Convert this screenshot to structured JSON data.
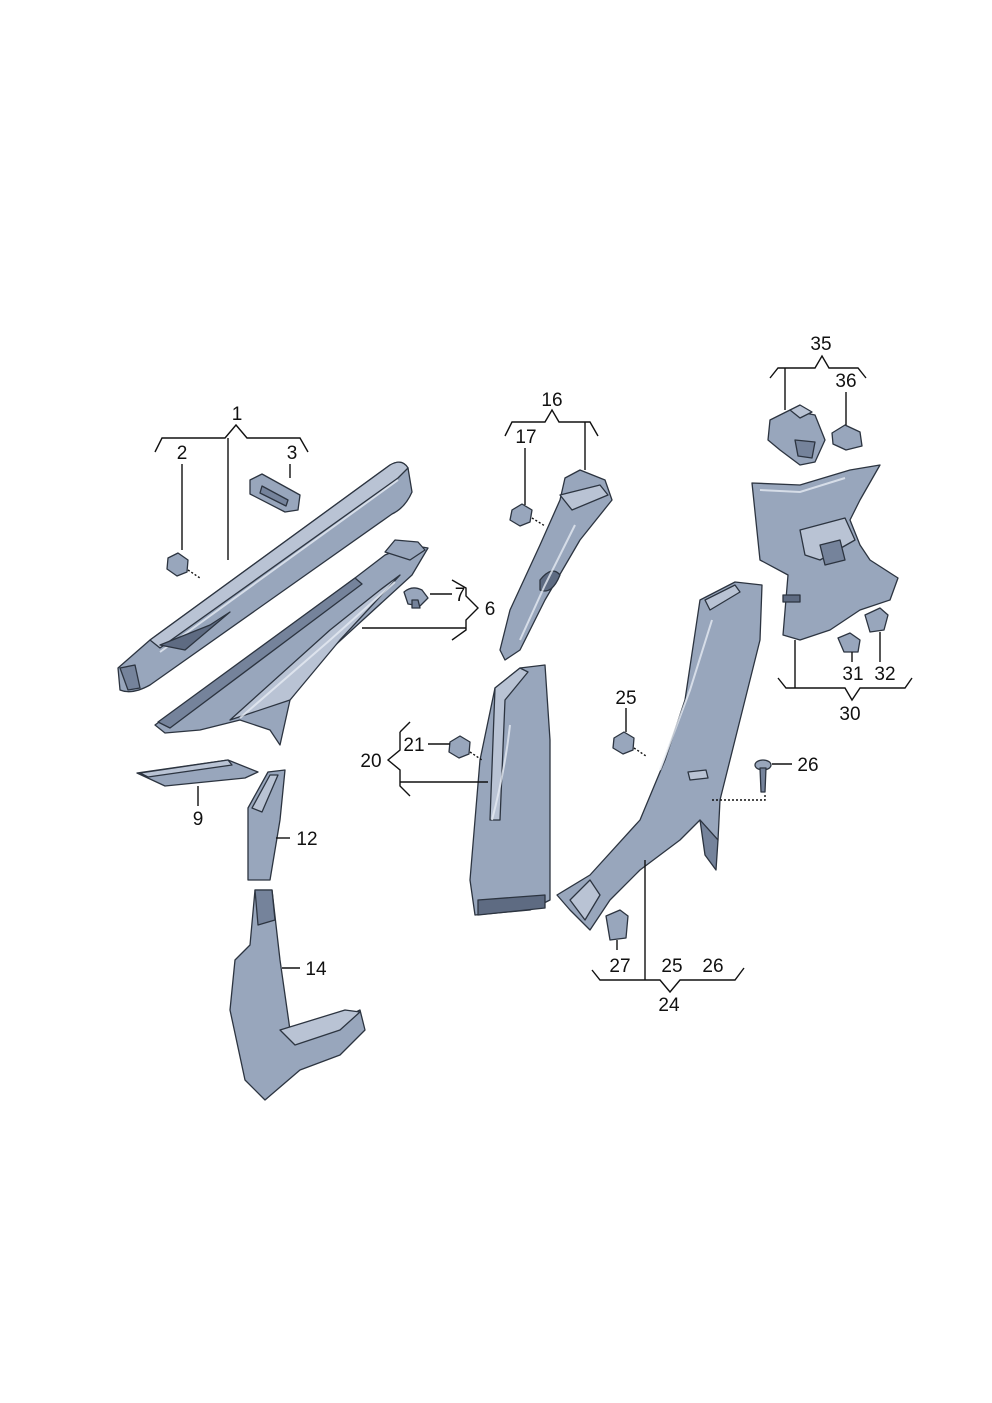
{
  "labels": {
    "l1": "1",
    "l2": "2",
    "l3": "3",
    "l6": "6",
    "l7": "7",
    "l9": "9",
    "l12": "12",
    "l14": "14",
    "l16": "16",
    "l17": "17",
    "l20": "20",
    "l21": "21",
    "l24": "24",
    "l25a": "25",
    "l25b": "25",
    "l26a": "26",
    "l26b": "26",
    "l27": "27",
    "l30": "30",
    "l31": "31",
    "l32": "32",
    "l35": "35",
    "l36": "36"
  },
  "colors": {
    "part_light": "#b9c3d4",
    "part_mid": "#98a6bc",
    "part_dark": "#75839b",
    "outline": "#2c3440"
  }
}
